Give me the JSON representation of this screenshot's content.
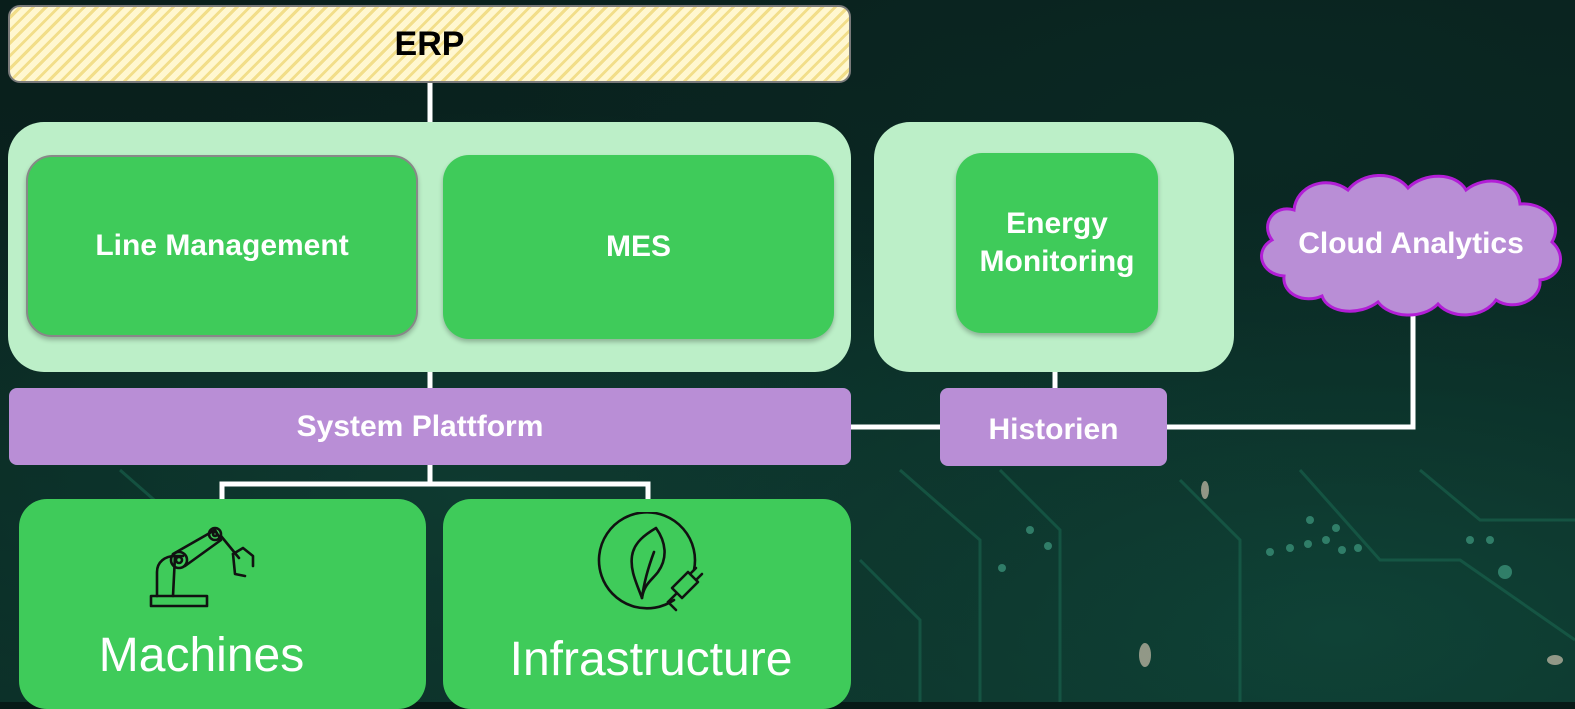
{
  "erp": {
    "label": "ERP"
  },
  "group1": {
    "line_management": "Line Management",
    "mes": "MES"
  },
  "group2": {
    "energy_monitoring_line1": "Energy",
    "energy_monitoring_line2": "Monitoring"
  },
  "cloud": {
    "label": "Cloud Analytics"
  },
  "system_platform": {
    "label": "System Plattform"
  },
  "historien": {
    "label": "Historien"
  },
  "machines": {
    "label": "Machines",
    "icon": "robot-arm-icon"
  },
  "infrastructure": {
    "label": "Infrastructure",
    "icon": "leaf-plug-icon"
  },
  "colors": {
    "green": "#3fcb5a",
    "light_green": "#bcefc8",
    "purple": "#b98ed6",
    "cloud_border": "#b21ed6",
    "erp_stripe": "#f2de8a",
    "background": "#071a17"
  }
}
